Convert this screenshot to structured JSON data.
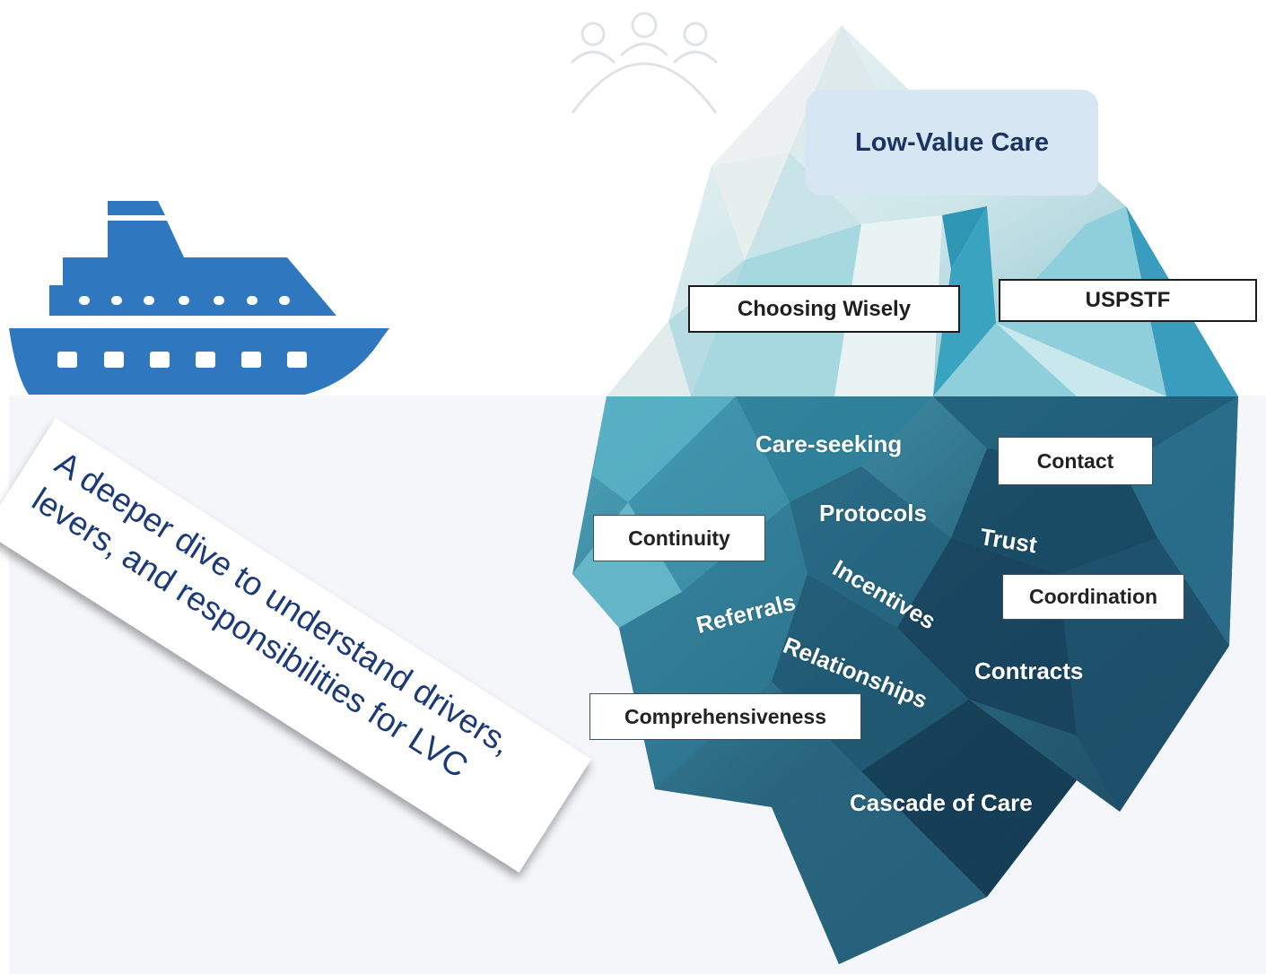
{
  "title": "Low-Value Care",
  "banner_lines": [
    "A deeper dive to understand drivers,",
    "levers, and responsibilities  for LVC"
  ],
  "above_water_labels": {
    "choosing_wisely": "Choosing Wisely",
    "uspstf": "USPSTF"
  },
  "boxed_labels": {
    "contact": "Contact",
    "continuity": "Continuity",
    "coordination": "Coordination",
    "comprehensiveness": "Comprehensiveness"
  },
  "floating_labels": {
    "care_seeking": "Care-seeking",
    "protocols": "Protocols",
    "trust": "Trust",
    "incentives": "Incentives",
    "referrals": "Referrals",
    "relationships": "Relationships",
    "contracts": "Contracts",
    "cascade_of_care": "Cascade of Care"
  },
  "icons": {
    "ship": "ship-icon",
    "people": "people-group-icon",
    "iceberg": "iceberg-illustration"
  },
  "colors": {
    "ship_blue": "#2f78c0",
    "title_fill": "#d7e6f3",
    "title_text": "#1b3361",
    "banner_text": "#1c3a78",
    "water": "#f4f6fa"
  }
}
